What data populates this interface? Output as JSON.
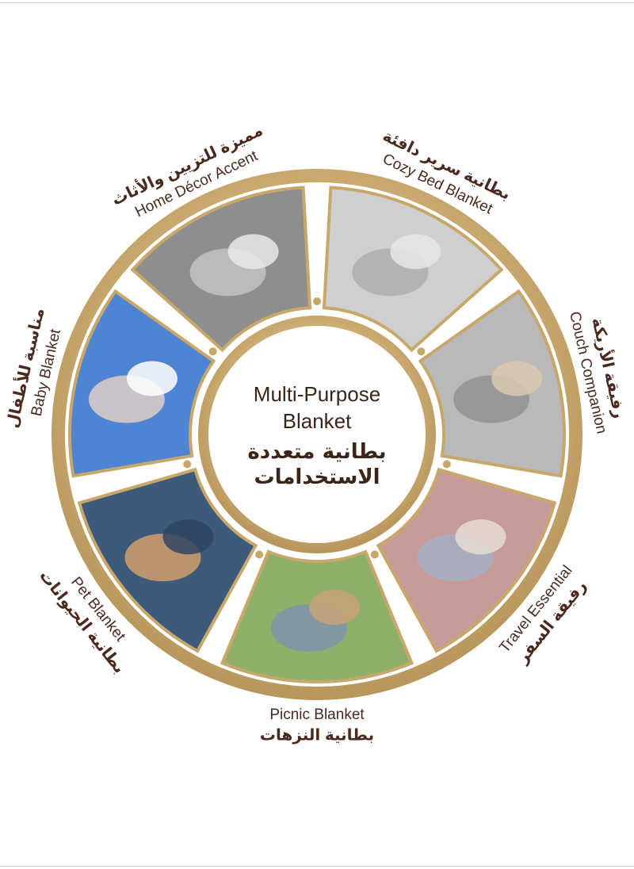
{
  "center": {
    "title_line1": "Multi-Purpose",
    "title_line2": "Blanket",
    "arabic_line1": "بطانية متعددة",
    "arabic_line2": "الاستخدامات"
  },
  "segments": [
    {
      "id": "cozy-bed",
      "english": "Cozy Bed Blanket",
      "arabic": "بطانية سرير دافئة",
      "icon": "fluffy-fleece-closeup"
    },
    {
      "id": "couch",
      "english": "Couch Companion",
      "arabic": "رفيقة الأريكة",
      "icon": "blanket-on-chair"
    },
    {
      "id": "travel",
      "english": "Travel Essential",
      "arabic": "رفيقة السفر",
      "icon": "woman-on-airplane"
    },
    {
      "id": "picnic",
      "english": "Picnic Blanket",
      "arabic": "بطانية النزهات",
      "icon": "picnic-basket-scene"
    },
    {
      "id": "pet",
      "english": "Pet Blanket",
      "arabic": "بطانية الحيوانات",
      "icon": "cat-in-blanket"
    },
    {
      "id": "baby",
      "english": "Baby Blanket",
      "arabic": "مناسبة للأطفال",
      "icon": "sleeping-baby"
    },
    {
      "id": "home-decor",
      "english": "Home Décor Accent",
      "arabic": "مميزة للتزيين والأثاث",
      "icon": "bed-with-grey-blanket"
    }
  ],
  "colors": {
    "ring_gold": "#c8a86a",
    "ring_inner": "#ffffff",
    "text_brown": "#4a2a1f"
  }
}
